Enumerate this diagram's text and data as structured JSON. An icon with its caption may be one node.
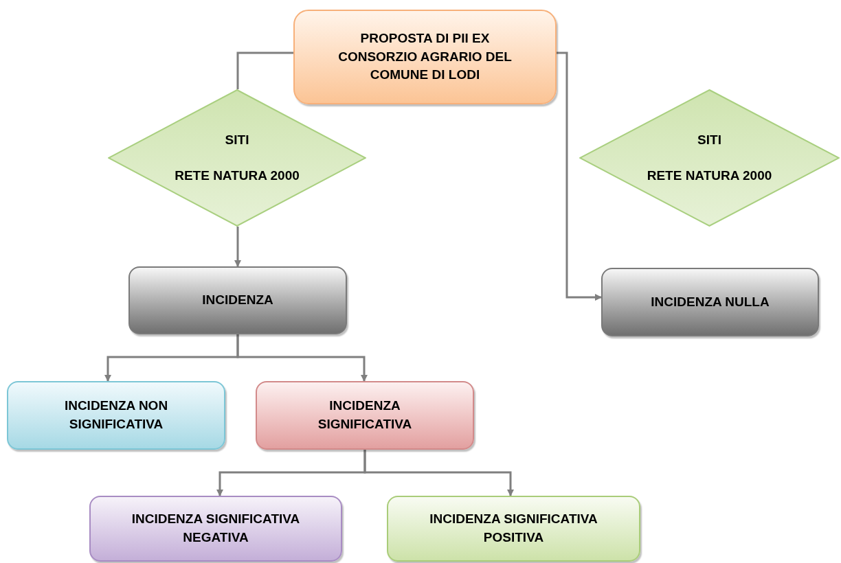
{
  "diagram": {
    "nodes": [
      {
        "text": [
          "PROPOSTA DI PII EX CONSORZIO AGRARIO DEL COMUNE DI LODI"
        ]
      },
      {
        "text": [
          "SITI",
          "RETE NATURA 2000"
        ]
      },
      {
        "text": [
          "SITI",
          "RETE NATURA 2000"
        ]
      },
      {
        "text": [
          "INCIDENZA"
        ]
      },
      {
        "text": [
          "INCIDENZA NULLA"
        ]
      },
      {
        "text": [
          "INCIDENZA NON SIGNIFICATIVA"
        ]
      },
      {
        "text": [
          "INCIDENZA SIGNIFICATIVA"
        ]
      },
      {
        "text": [
          "INCIDENZA SIGNIFICATIVA NEGATIVA"
        ]
      },
      {
        "text": [
          "INCIDENZA SIGNIFICATIVA POSITIVA"
        ]
      }
    ],
    "edges": [
      {
        "from": 0,
        "to": 1,
        "arrow": "none"
      },
      {
        "from": 0,
        "to": 4,
        "arrow": "to"
      },
      {
        "from": 1,
        "to": 3,
        "arrow": "to"
      },
      {
        "from": 3,
        "to": 5,
        "arrow": "to"
      },
      {
        "from": 3,
        "to": 6,
        "arrow": "to"
      },
      {
        "from": 6,
        "to": 7,
        "arrow": "to"
      },
      {
        "from": 6,
        "to": 8,
        "arrow": "to"
      }
    ]
  }
}
